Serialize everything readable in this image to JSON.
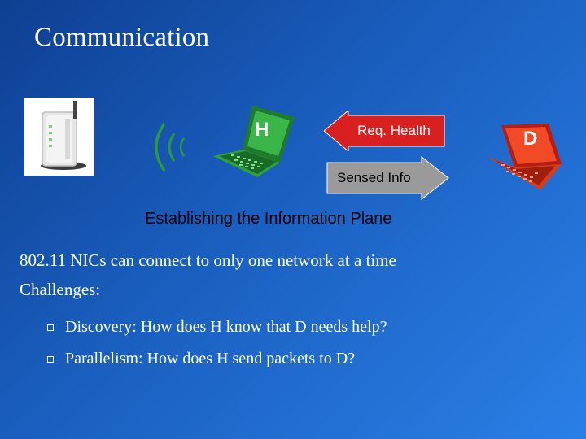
{
  "slide": {
    "title": "Communication",
    "caption": "Establishing the Information Plane"
  },
  "diagram": {
    "laptop_h_label": "H",
    "laptop_d_label": "D",
    "request_arrow_label": "Req. Health",
    "sensed_arrow_label": "Sensed Info",
    "laptop_h_color": "#33aa44",
    "laptop_d_color": "#ee4422",
    "arrow_fill_red": "#d82020",
    "arrow_fill_gray": "#9a9a9a",
    "router_icon": "wireless-router-icon",
    "signal_icon": "wireless-signal-icon"
  },
  "body": {
    "line1": "802.11 NICs can connect to only one network at a time",
    "line2": "Challenges:",
    "bullets": [
      "Discovery: How does H know that D needs help?",
      "Parallelism: How does H send packets to D?"
    ]
  }
}
